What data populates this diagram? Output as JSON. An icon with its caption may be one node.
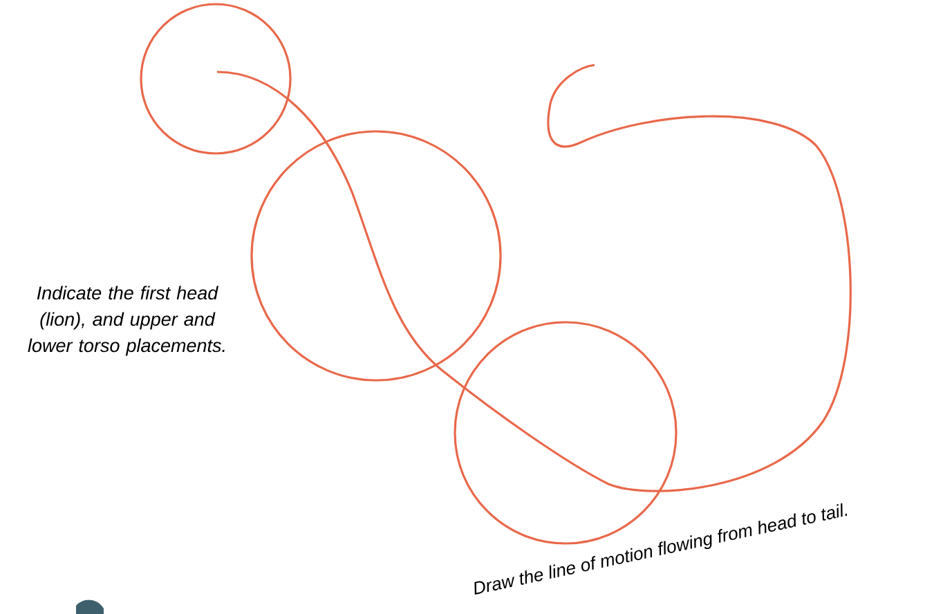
{
  "diagram": {
    "nodes": [
      {
        "text": [],
        "shape": "circle"
      },
      {
        "text": [],
        "shape": "circle"
      },
      {
        "text": [],
        "shape": "circle"
      }
    ],
    "labels": [
      "Indicate the first head (lion), and upper and lower torso placements.",
      "Draw the line of motion flowing from head to tail."
    ]
  }
}
